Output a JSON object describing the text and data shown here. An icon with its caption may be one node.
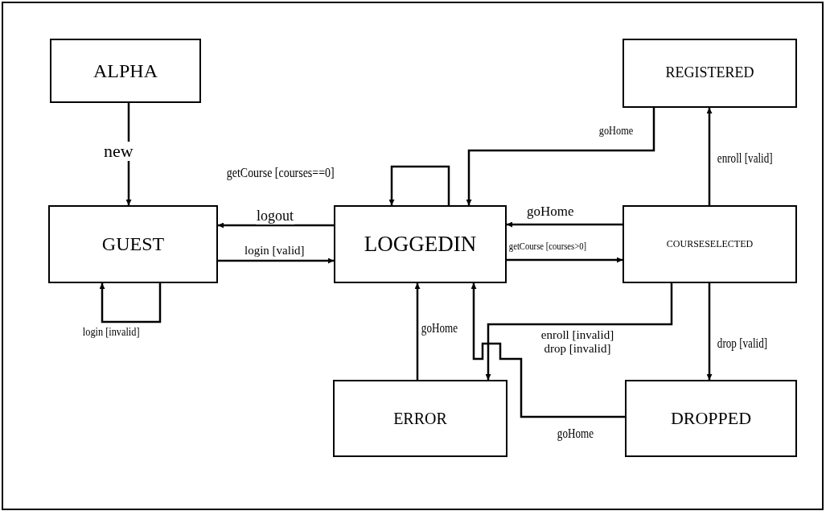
{
  "diagram": {
    "nodes": [
      {
        "text": [
          "ALPHA"
        ]
      },
      {
        "text": [
          "GUEST"
        ]
      },
      {
        "text": [
          "LOGGEDIN"
        ]
      },
      {
        "text": [
          "REGISTERED"
        ]
      },
      {
        "text": [
          "COURSESELECTED"
        ]
      },
      {
        "text": [
          "ERROR"
        ]
      },
      {
        "text": [
          "DROPPED"
        ]
      }
    ],
    "edges": [
      {
        "from": 0,
        "to": 1,
        "arrow": "to",
        "label": "new"
      },
      {
        "from": 2,
        "to": 1,
        "arrow": "to",
        "label": "logout"
      },
      {
        "from": 1,
        "to": 2,
        "arrow": "to",
        "label": "login [valid]"
      },
      {
        "from": 1,
        "to": 1,
        "arrow": "to",
        "label": "login [invalid]"
      },
      {
        "from": 2,
        "to": 2,
        "arrow": "to",
        "label": "getCourse [courses==0]"
      },
      {
        "from": 3,
        "to": 2,
        "arrow": "to",
        "label": "goHome"
      },
      {
        "from": 4,
        "to": 2,
        "arrow": "to",
        "label": "goHome"
      },
      {
        "from": 2,
        "to": 4,
        "arrow": "to",
        "label": "getCourse [courses>0]"
      },
      {
        "from": 4,
        "to": 3,
        "arrow": "to",
        "label": "enroll [valid]"
      },
      {
        "from": 4,
        "to": 6,
        "arrow": "to",
        "label": "drop [valid]"
      },
      {
        "from": 5,
        "to": 2,
        "arrow": "to",
        "label": "goHome"
      },
      {
        "from": 6,
        "to": 2,
        "arrow": "to",
        "label": "goHome"
      },
      {
        "from": 4,
        "to": 5,
        "arrow": "to",
        "label": "enroll [invalid] drop [invalid]"
      }
    ]
  }
}
